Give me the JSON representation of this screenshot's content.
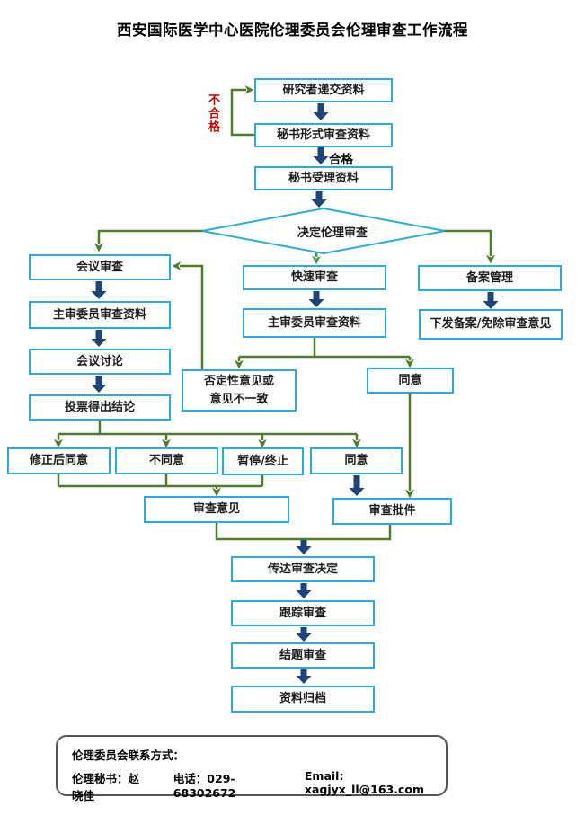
{
  "title": "西安国际医学中心医院伦理委员会伦理审查工作流程",
  "labels": {
    "reject": "不合格",
    "pass": "合格"
  },
  "nodes": {
    "submit": "研究者递交资料",
    "formal_review": "秘书形式审查资料",
    "accept": "秘书受理资料",
    "decide": "决定伦理审查",
    "meeting_review": "会议审查",
    "primary_review_left": "主审委员审查资料",
    "meeting_discussion": "会议讨论",
    "vote": "投票得出结论",
    "rapid_review": "快速审查",
    "primary_review_mid": "主审委员审查资料",
    "filing": "备案管理",
    "issue_filing": "下发备案/免除审查意见",
    "negative_opinion": "否定性意见或\n意见不一致",
    "agree_mid": "同意",
    "agree_after_revision": "修正后同意",
    "disagree": "不同意",
    "suspend_terminate": "暂停/终止",
    "agree_bottom": "同意",
    "review_opinion": "审查意见",
    "review_approval": "审查批件",
    "communicate_decision": "传达审查决定",
    "follow_up_review": "跟踪审查",
    "closing_review": "结题审查",
    "archive": "资料归档"
  },
  "contact": {
    "heading": "伦理委员会联系方式：",
    "secretary": "伦理秘书：赵晓佳",
    "phone": "电话：029-68302672",
    "email": "Email: xagjyx_ll@163.com"
  },
  "colors": {
    "box_border": "#29abe2",
    "block_arrow": "#1f4477",
    "connector": "#4e7d2a",
    "connector_bright": "#4c9e50",
    "reject_text": "#c00000"
  }
}
